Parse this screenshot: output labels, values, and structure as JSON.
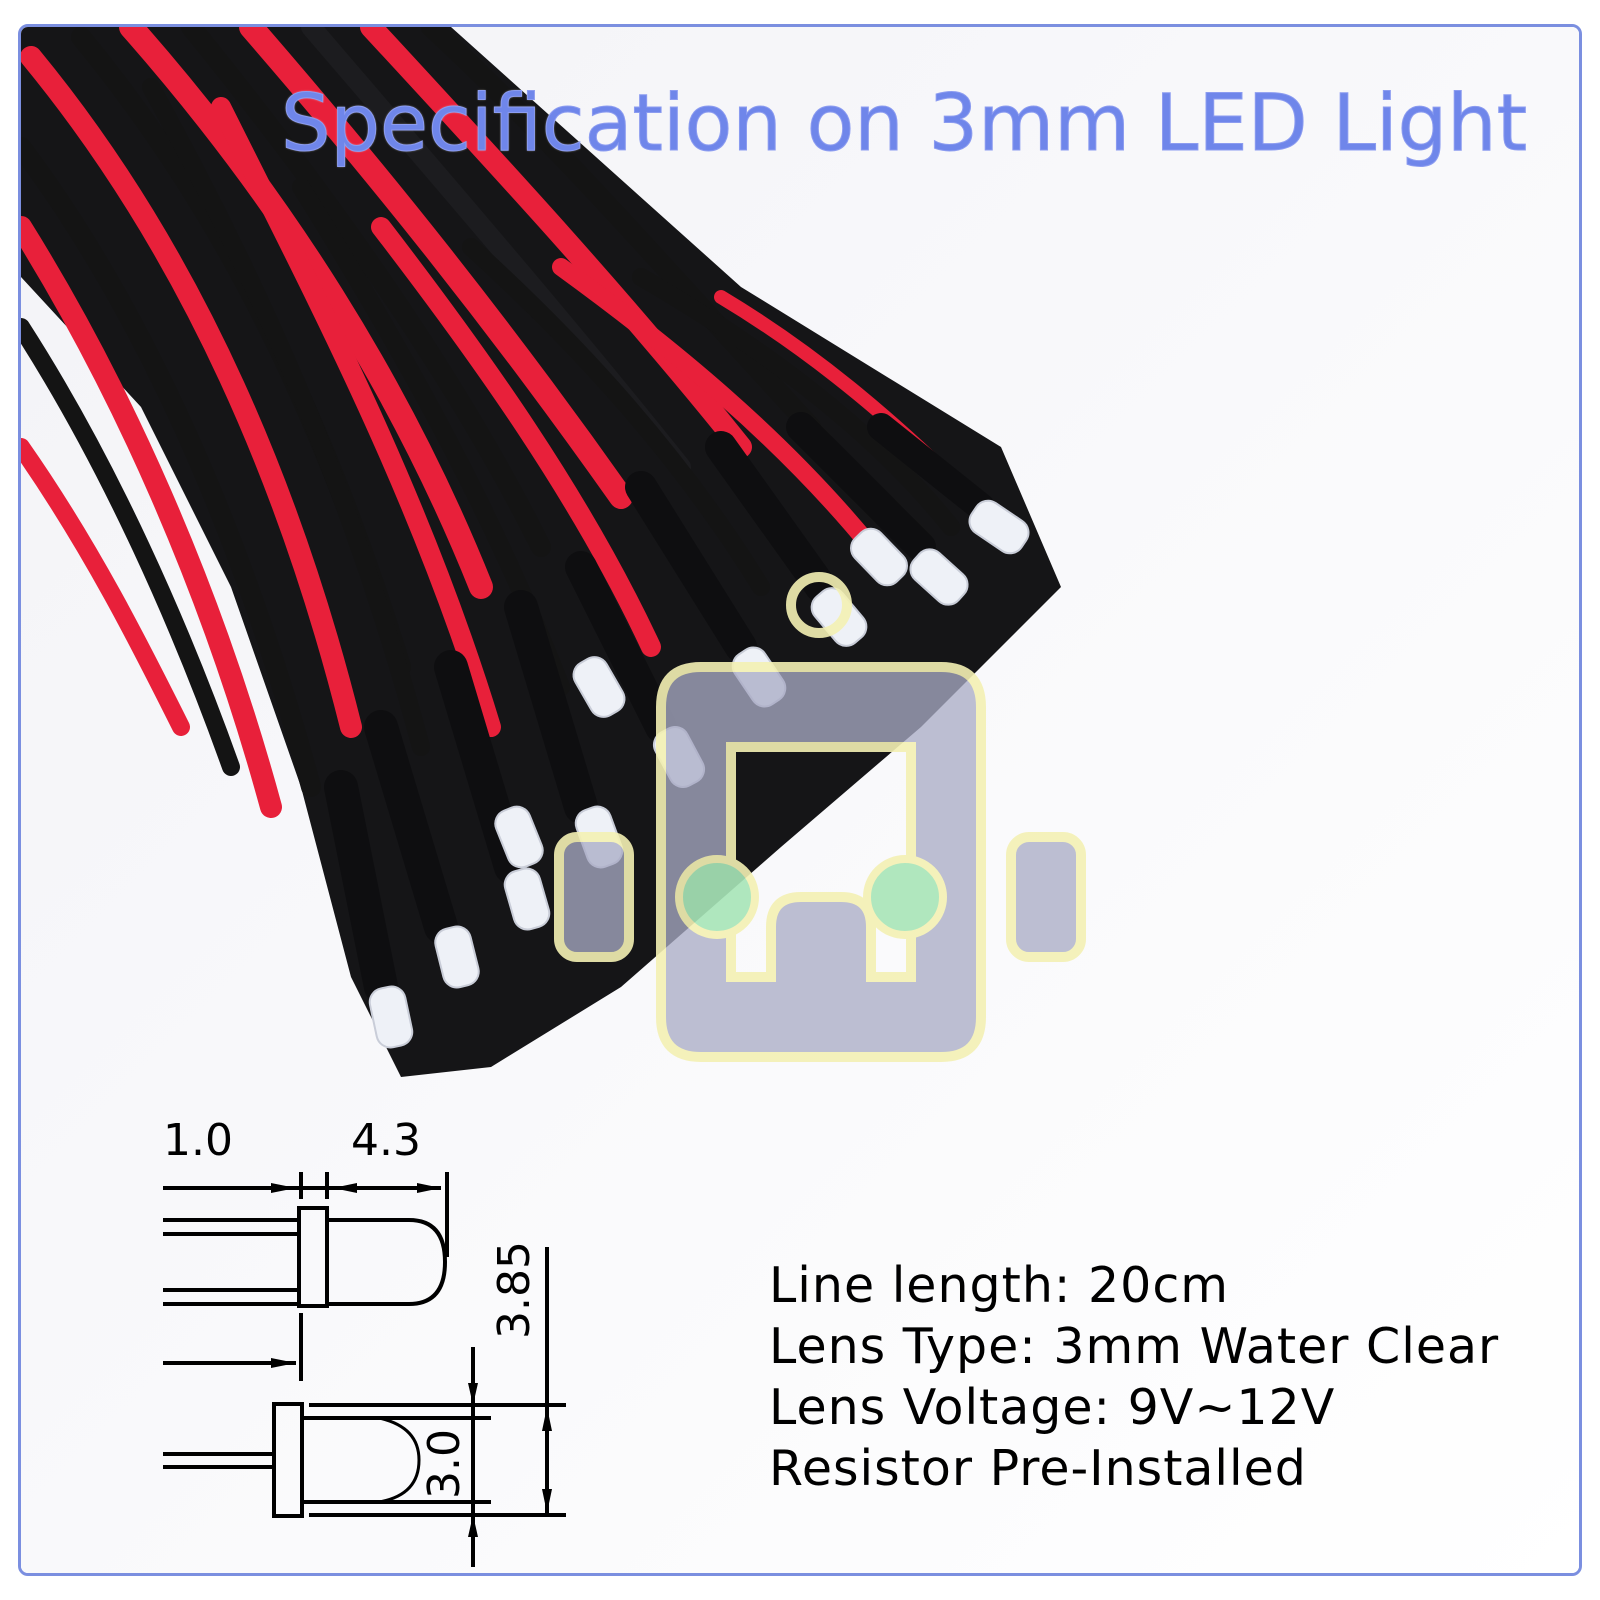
{
  "title": "Specification on 3mm LED Light",
  "specs": [
    {
      "label": "Line length",
      "value": "20cm",
      "text": "Line length: 20cm"
    },
    {
      "label": "Lens Type",
      "value": "3mm Water Clear",
      "text": "Lens Type: 3mm Water Clear"
    },
    {
      "label": "Lens Voltage",
      "value": "9V~12V",
      "text": "Lens Voltage: 9V~12V"
    },
    {
      "label": "",
      "value": "Resistor Pre-Installed",
      "text": "Resistor Pre-Installed"
    }
  ],
  "drawing": {
    "dimensions": {
      "flange_thickness": "1.0",
      "lens_length": "4.3",
      "flange_diameter": "3.85",
      "lens_diameter": "3.0"
    }
  },
  "photo": {
    "subject": "bundle of pre-wired 3mm LEDs with red and black leads",
    "wire_colors": [
      "#e8203a",
      "#141414"
    ]
  },
  "watermark": {
    "icon": "robot-face-icon",
    "colors": {
      "body": "#a9acc6",
      "outline": "#f4f1b4",
      "eyes": "#a8e6b8"
    }
  },
  "colors": {
    "frame_border": "#7b8fe0",
    "title": "#6f86ea",
    "text": "#000000"
  }
}
